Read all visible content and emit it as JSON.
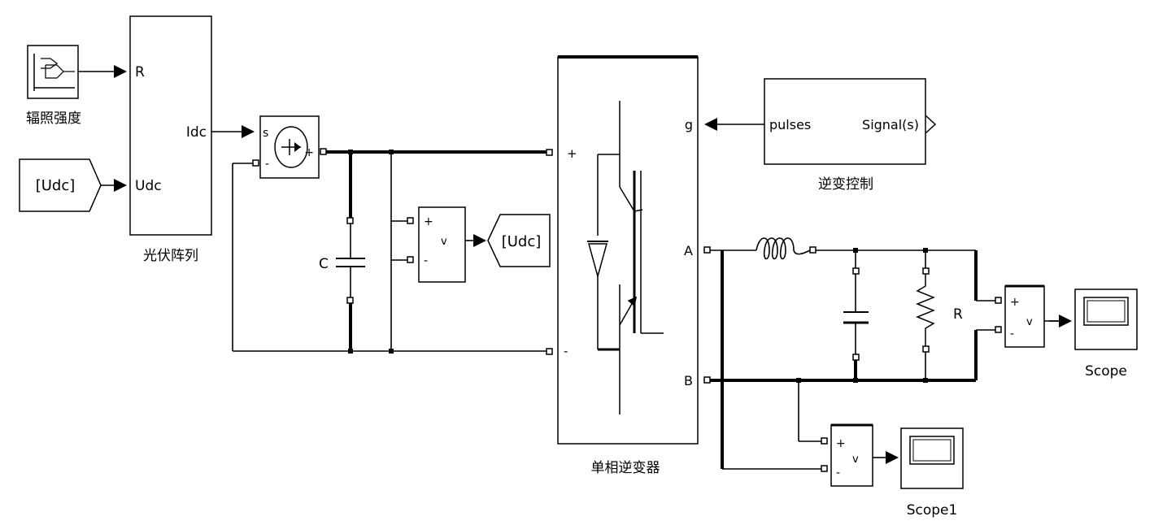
{
  "blocks": {
    "irradiance": {
      "caption": "辐照强度"
    },
    "udc_from": {
      "tag": "[Udc]"
    },
    "pv_array": {
      "caption": "光伏阵列",
      "port_r": "R",
      "port_udc": "Udc",
      "port_idc": "Idc"
    },
    "current_source": {
      "port_s": "s",
      "plus": "+",
      "minus": "-"
    },
    "capacitor": {
      "label": "C"
    },
    "voltage_meter_dc": {
      "plus": "+",
      "v": "v",
      "minus": "-"
    },
    "udc_goto": {
      "tag": "[Udc]"
    },
    "inverter": {
      "caption": "单相逆变器",
      "port_plus": "+",
      "port_minus": "-",
      "port_g": "g",
      "port_a": "A",
      "port_b": "B"
    },
    "inverter_control": {
      "caption": "逆变控制",
      "pulses": "pulses",
      "signal": "Signal(s)"
    },
    "load_r": {
      "label": "R"
    },
    "voltage_meter_load": {
      "plus": "+",
      "v": "v",
      "minus": "-"
    },
    "voltage_meter_out": {
      "plus": "+",
      "v": "v",
      "minus": "-"
    },
    "scope": {
      "caption": "Scope"
    },
    "scope1": {
      "caption": "Scope1"
    }
  }
}
